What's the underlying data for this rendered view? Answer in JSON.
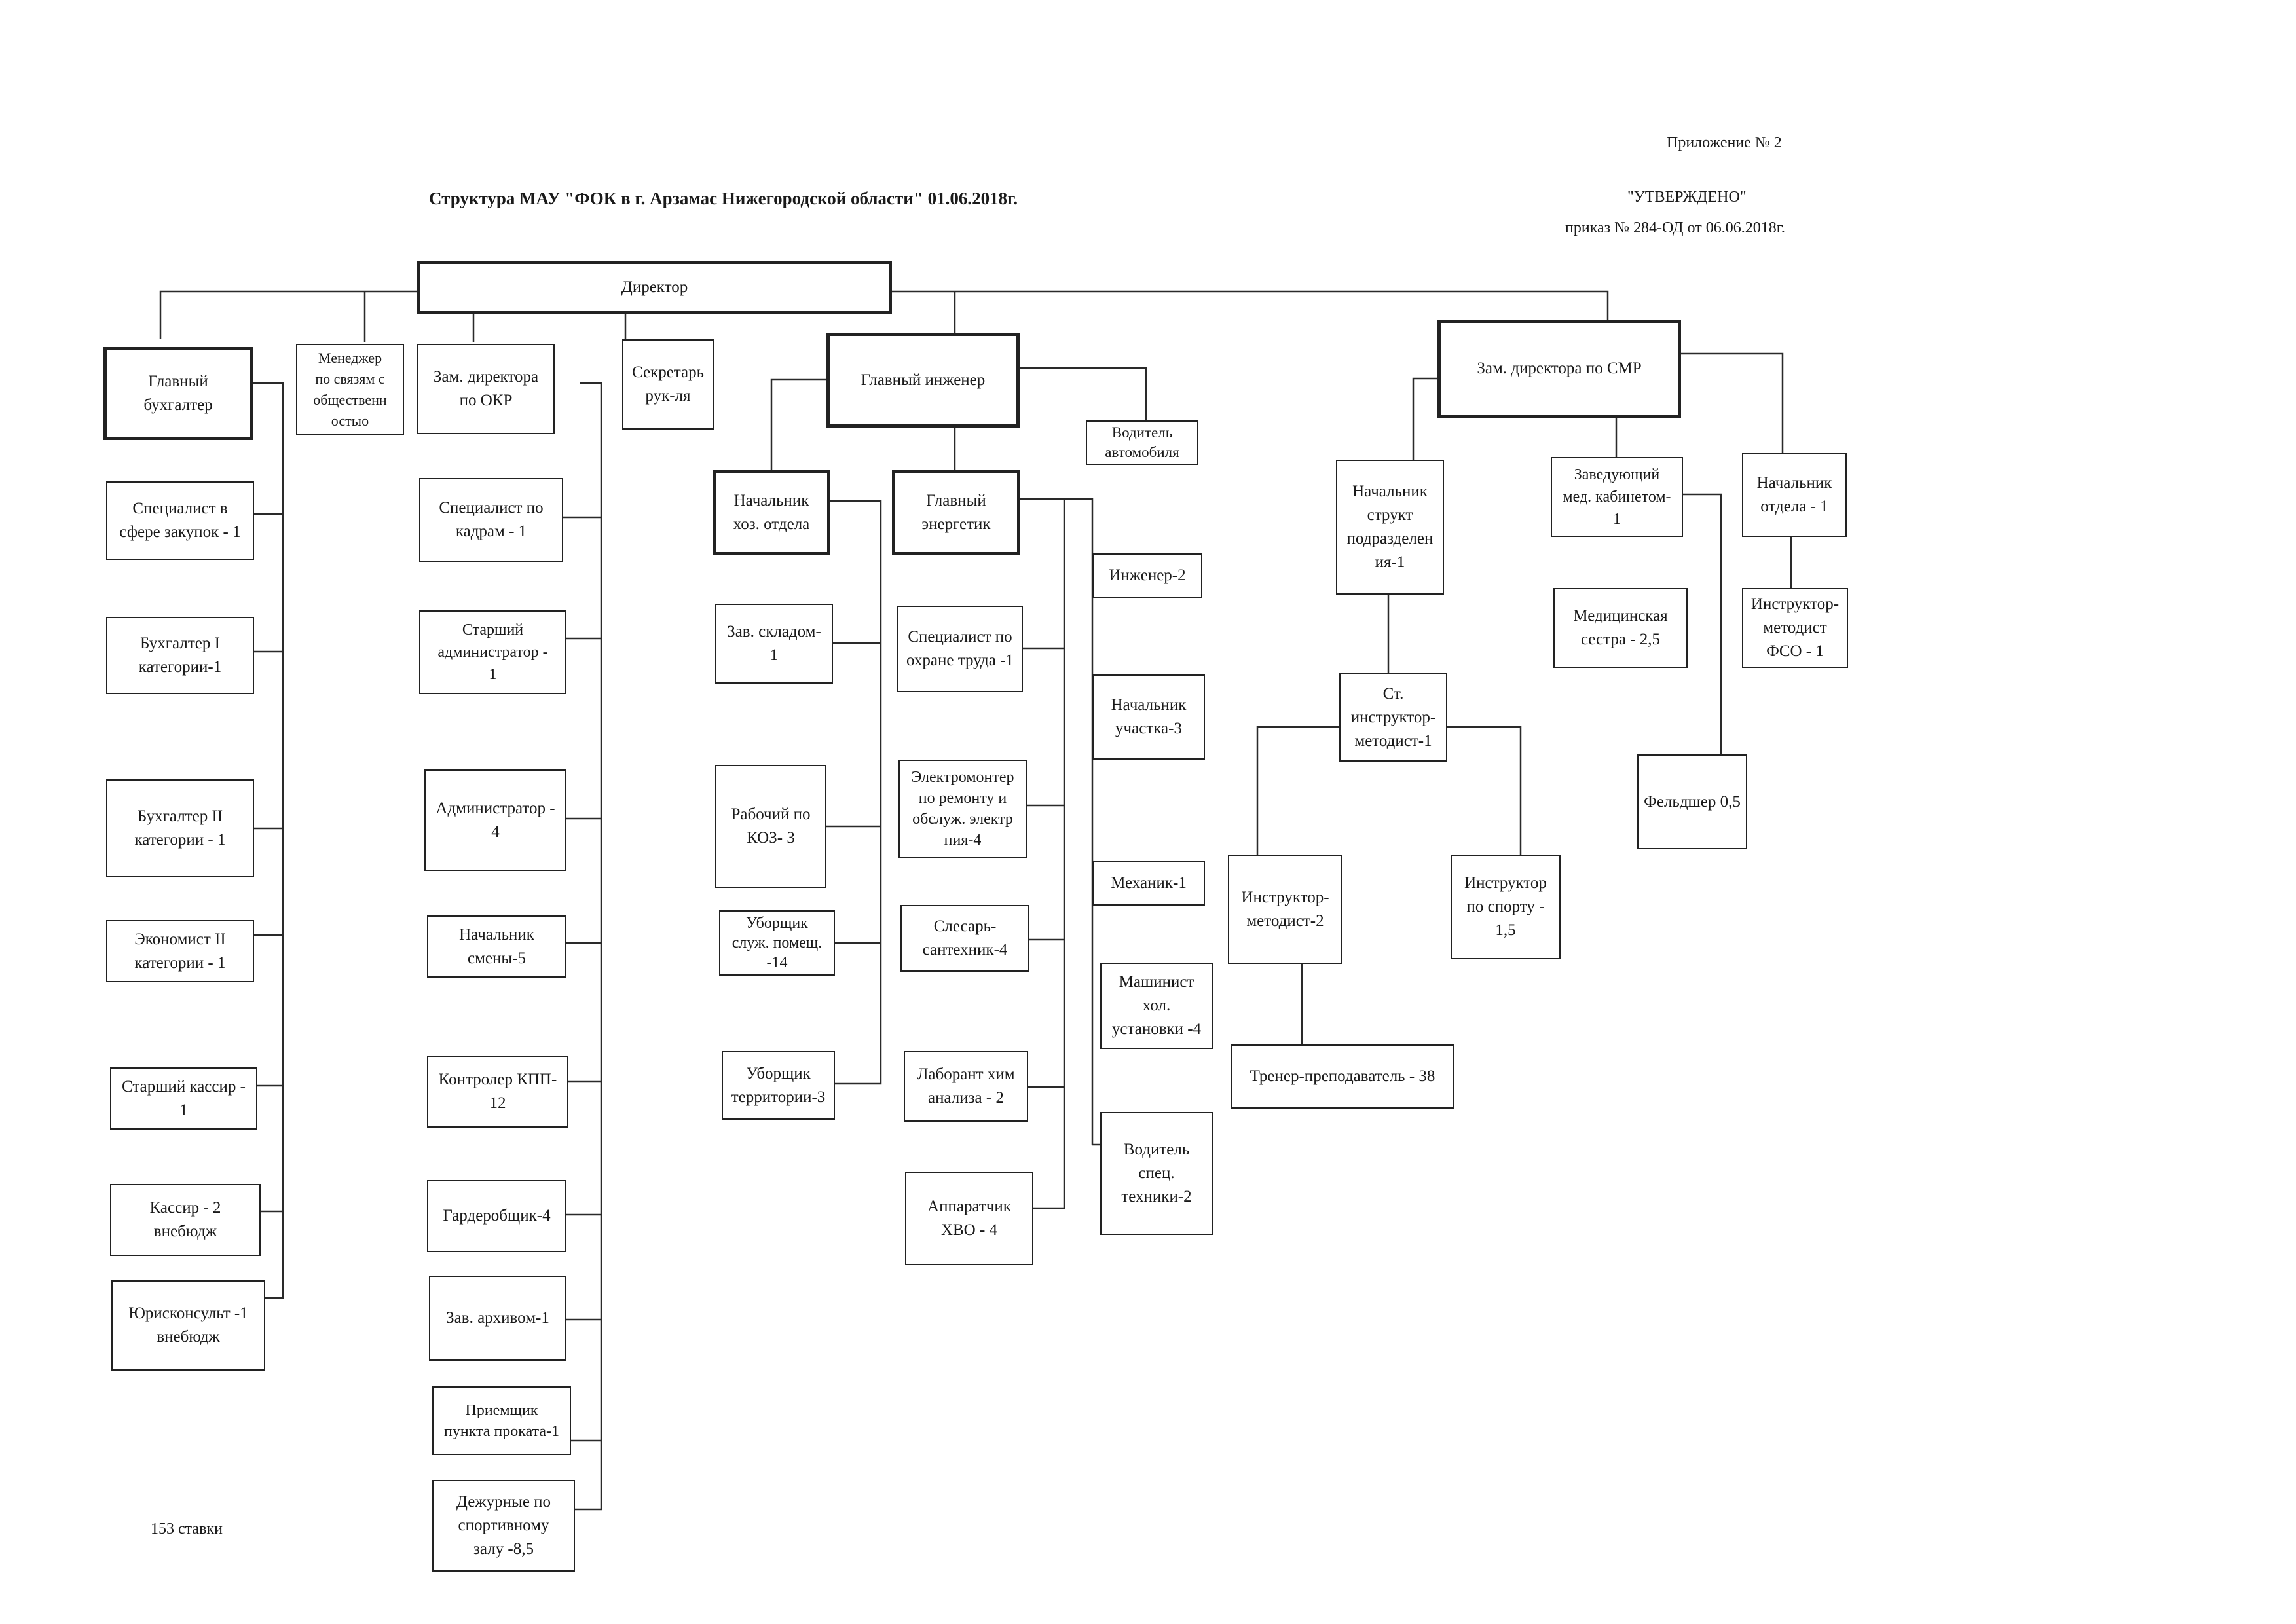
{
  "header": {
    "title": "Структура МАУ \"ФОК в г. Арзамас Нижегородской области\" 01.06.2018г.",
    "appendix": "Приложение № 2",
    "approved": "\"УТВЕРЖДЕНО\"",
    "order": "приказ № 284-ОД от 06.06.2018г."
  },
  "footer": {
    "total": "153 ставки"
  },
  "nodes": {
    "director": "Директор",
    "chief_accountant": "Главный\nбухгалтер",
    "pr_manager": "Менеджер\nпо связям с\nобщественн\nостью",
    "deputy_okr": "Зам. директора\nпо ОКР",
    "secretary": "Секретарь\nрук-ля",
    "chief_engineer": "Главный инженер",
    "car_driver": "Водитель\nавтомобиля",
    "deputy_smr": "Зам. директора по СМР",
    "procurement": "Специалист в\nсфере закупок - 1",
    "accountant1": "Бухгалтер I\nкатегории-1",
    "accountant2": "Бухгалтер II\nкатегории - 1",
    "economist": "Экономист II\nкатегории - 1",
    "senior_cashier": "Старший кассир -\n1",
    "cashier": "Кассир - 2\nвнебюдж",
    "lawyer": "Юрисконсульт -1\nвнебюдж",
    "hr_specialist": "Специалист по\nкадрам - 1",
    "senior_admin": "Старший\nадминистратор -\n1",
    "admin": "Администратор -\n4",
    "shift_head": "Начальник\nсмены-5",
    "checkpoint": "Контролер КПП-\n12",
    "cloakroom": "Гардеробщик-4",
    "archive": "Зав. архивом-1",
    "rental": "Приемщик\nпункта проката-1",
    "gym_duty": "Дежурные по\nспортивному\nзалу -8,5",
    "hoz_head": "Начальник\nхоз. отдела",
    "warehouse": "Зав. складом-\n1",
    "koz_worker": "Рабочий по\nКОЗ- 3",
    "cleaner_rooms": "Уборщик\nслуж. помещ.\n-14",
    "cleaner_territory": "Уборщик\nтерритории-3",
    "chief_power": "Главный\nэнергетик",
    "labor_safety": "Специалист по\nохране труда -1",
    "electrician": "Электромонтер\nпо ремонту и\nобслуж. электр\nния-4",
    "plumber": "Слесарь-\nсантехник-4",
    "lab_chem": "Лаборант хим\nанализа - 2",
    "hvo_operator": "Аппаратчик\nХВО - 4",
    "engineer": "Инженер-2",
    "section_head": "Начальник\nучастка-3",
    "mechanic": "Механик-1",
    "refrig_operator": "Машинист\nхол.\nустановки -4",
    "special_driver": "Водитель\nспец.\nтехники-2",
    "unit_head": "Начальник\nструкт\nподразделен\nия-1",
    "senior_instructor": "Ст.\nинструктор-\nметодист-1",
    "instructor_methodist": "Инструктор-\nметодист-2",
    "sport_instructor": "Инструктор\nпо спорту -\n1,5",
    "coach": "Тренер-преподаватель - 38",
    "med_head": "Заведующий\nмед. кабинетом-\n1",
    "nurse": "Медицинская\nсестра - 2,5",
    "paramedic": "Фельдшер 0,5",
    "dept_head": "Начальник\nотдела - 1",
    "fso_instructor": "Инструктор-\nметодист\nФСО - 1"
  }
}
